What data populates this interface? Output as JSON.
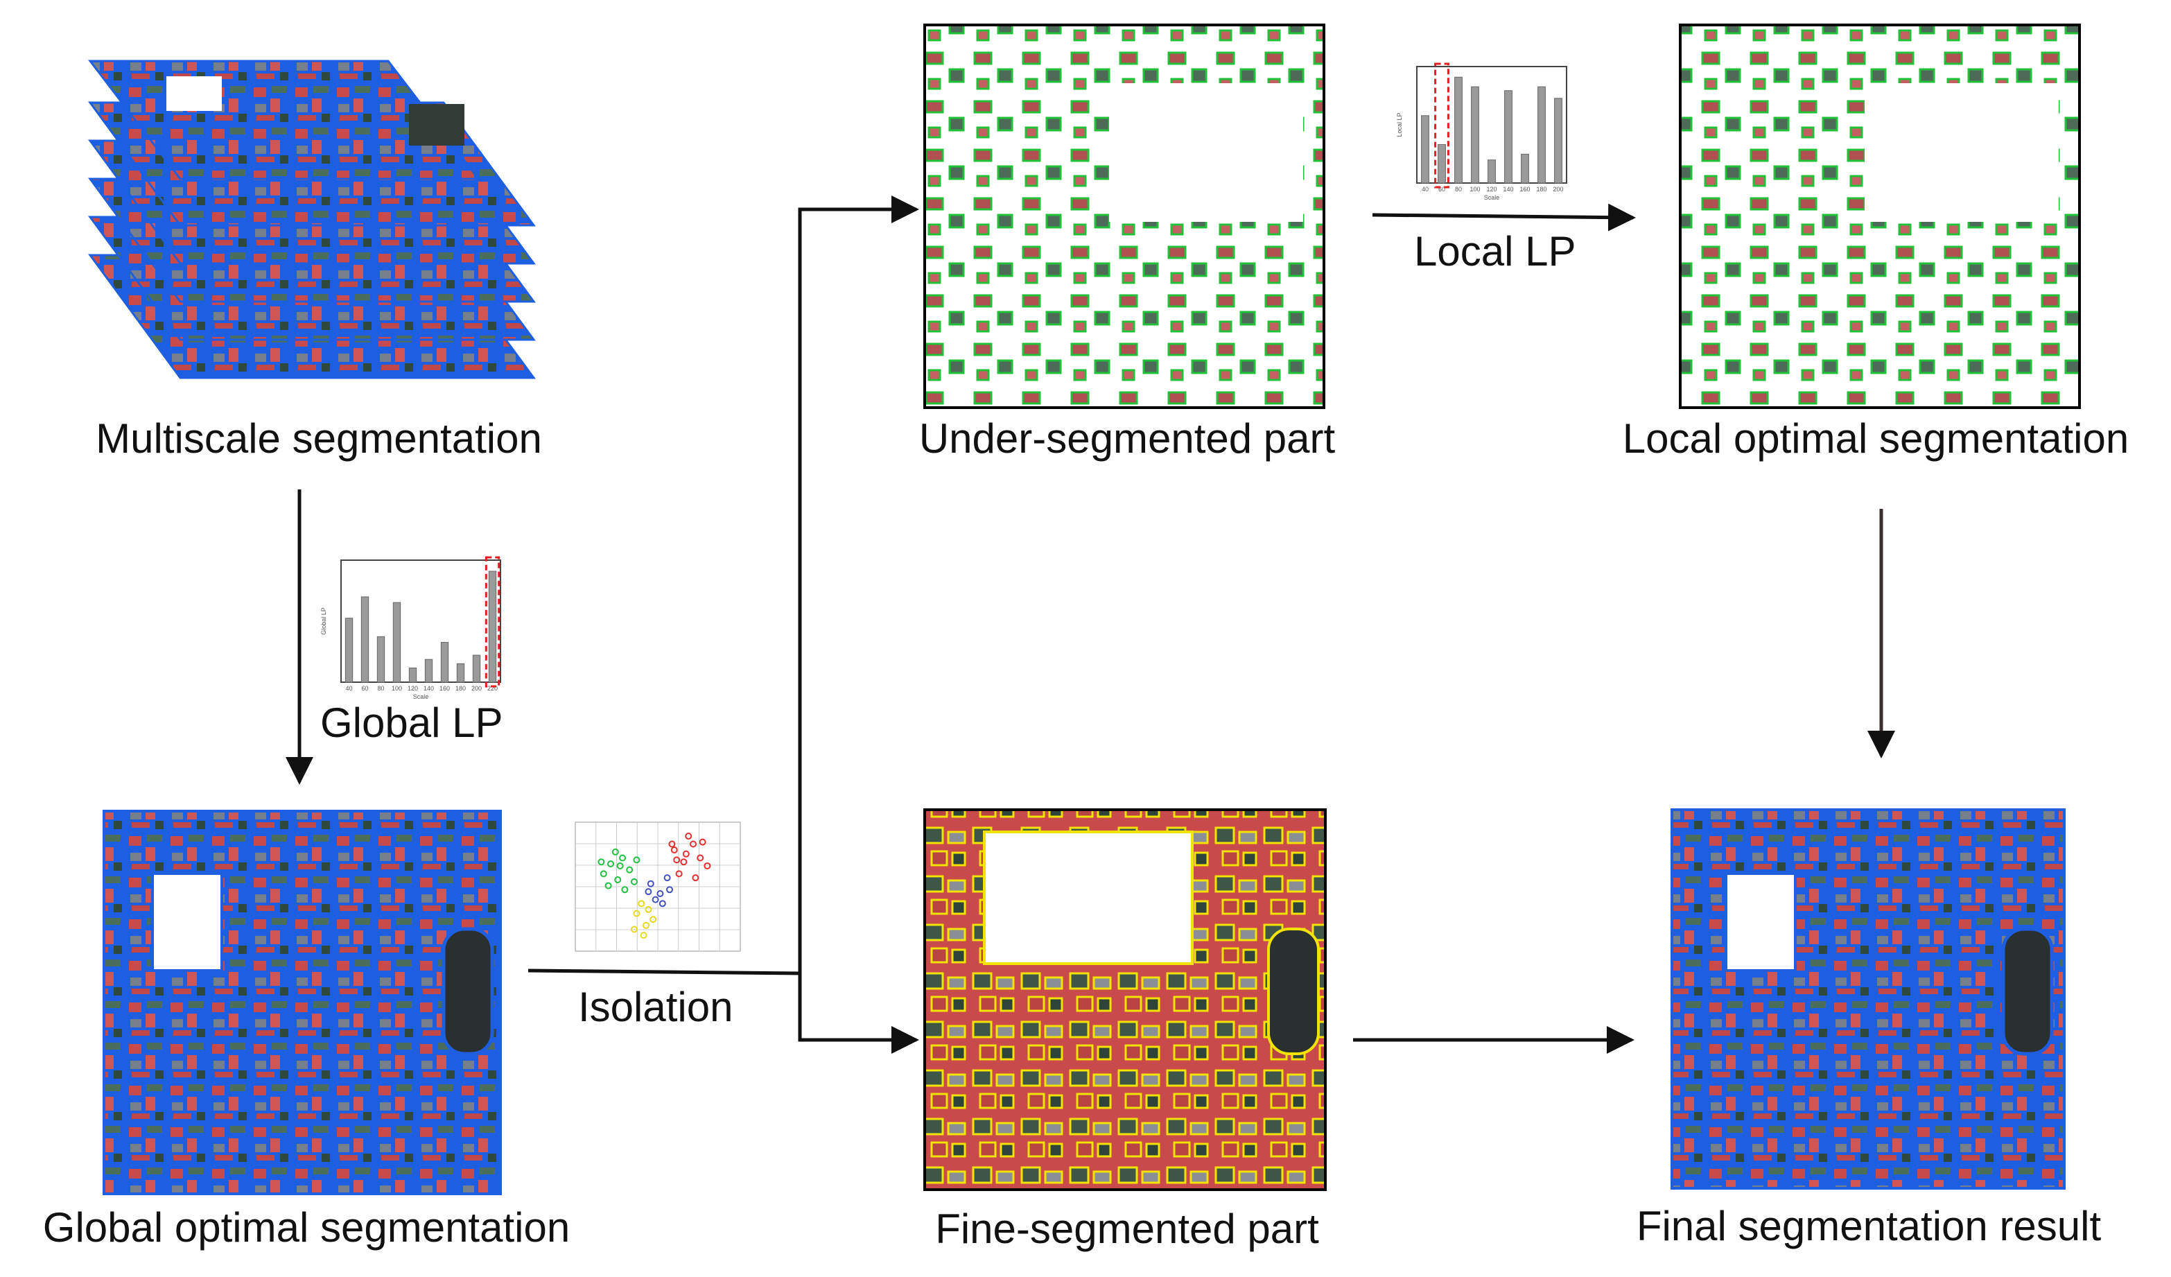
{
  "labels": {
    "multiscale": "Multiscale segmentation",
    "global_lp": "Global LP",
    "global_optimal": "Global optimal segmentation",
    "isolation": "Isolation",
    "under_segmented": "Under-segmented part",
    "local_lp": "Local LP",
    "local_optimal": "Local optimal segmentation",
    "fine_segmented": "Fine-segmented part",
    "final": "Final segmentation result"
  },
  "colors": {
    "blue_boundary": "#1f5fe0",
    "green_boundary": "#22c13a",
    "yellow_boundary": "#f2e400",
    "vegetation_red": "#c94a4a",
    "highlight_red": "#e02020"
  },
  "chart_data": [
    {
      "type": "bar",
      "x": [
        40,
        60,
        80,
        100,
        120,
        140,
        160,
        180,
        200,
        220
      ],
      "values": [
        0.0045,
        0.006,
        0.0032,
        0.0056,
        0.001,
        0.0016,
        0.0028,
        0.0013,
        0.0019,
        0.0078
      ],
      "xlabel": "Scale",
      "ylabel": "Global LP",
      "highlight_index": 9
    },
    {
      "type": "bar",
      "x": [
        40,
        60,
        80,
        100,
        120,
        140,
        160,
        180,
        200
      ],
      "values": [
        0.0035,
        0.002,
        0.0055,
        0.005,
        0.0012,
        0.0048,
        0.0015,
        0.005,
        0.0044
      ],
      "xlabel": "Scale",
      "ylabel": "Local LP",
      "highlight_index": 1
    },
    {
      "type": "scatter",
      "series": [
        {
          "color": "#20c040",
          "points": [
            [
              1.2,
              5.4
            ],
            [
              1.5,
              5.9
            ],
            [
              1.8,
              5.1
            ],
            [
              2.0,
              6.2
            ],
            [
              1.4,
              4.8
            ],
            [
              2.3,
              5.6
            ],
            [
              1.7,
              6.5
            ],
            [
              2.5,
              5.0
            ],
            [
              1.1,
              6.0
            ],
            [
              2.1,
              4.6
            ],
            [
              1.9,
              5.8
            ],
            [
              2.6,
              6.1
            ]
          ]
        },
        {
          "color": "#e03030",
          "points": [
            [
              4.2,
              6.6
            ],
            [
              4.6,
              6.0
            ],
            [
              5.0,
              6.9
            ],
            [
              4.4,
              5.4
            ],
            [
              5.3,
              6.2
            ],
            [
              4.8,
              7.3
            ],
            [
              5.6,
              5.8
            ],
            [
              4.1,
              6.9
            ],
            [
              5.1,
              5.2
            ],
            [
              4.7,
              6.4
            ],
            [
              5.4,
              7.0
            ],
            [
              4.3,
              6.1
            ]
          ]
        },
        {
          "color": "#4050c0",
          "points": [
            [
              3.2,
              4.9
            ],
            [
              3.6,
              4.4
            ],
            [
              3.9,
              5.2
            ],
            [
              3.4,
              4.1
            ],
            [
              4.0,
              4.6
            ],
            [
              3.1,
              4.5
            ],
            [
              3.7,
              3.9
            ]
          ]
        },
        {
          "color": "#e6d820",
          "points": [
            [
              2.6,
              3.4
            ],
            [
              3.0,
              2.8
            ],
            [
              2.8,
              3.9
            ],
            [
              3.3,
              3.1
            ],
            [
              2.5,
              2.6
            ],
            [
              3.1,
              3.6
            ],
            [
              2.9,
              2.3
            ]
          ]
        }
      ]
    }
  ]
}
